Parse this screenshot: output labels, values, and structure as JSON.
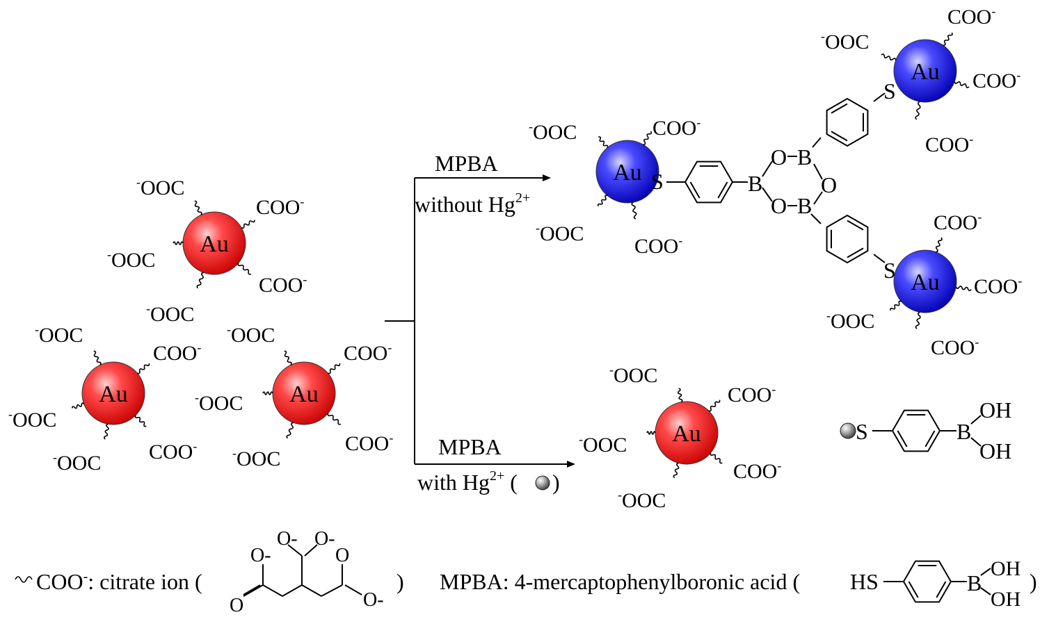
{
  "nanoparticle_label": "Au",
  "colors": {
    "red_particle": "#ff2a2a",
    "blue_particle": "#1e1ef0",
    "hg_sphere": "#8c8c8c"
  },
  "ligand_left": "-OOC",
  "ligand_right": "COO-",
  "reaction_top": {
    "reagent": "MPBA",
    "condition": "without Hg",
    "charge": "2+"
  },
  "reaction_bottom": {
    "reagent": "MPBA",
    "condition": "with Hg",
    "charge": "2+"
  },
  "atoms": {
    "sulfur": "S",
    "boron": "B",
    "oxygen": "O",
    "hydroxyl": "OH",
    "thiol": "HS"
  },
  "legend": {
    "citrate_ligand": "COO",
    "citrate_charge": "-",
    "citrate_text": ": citrate ion (",
    "close_paren": ")",
    "mpba_text": "MPBA: 4-mercaptophenylboronic acid (",
    "oxygen_minus": "O-",
    "oxygen": "O"
  }
}
